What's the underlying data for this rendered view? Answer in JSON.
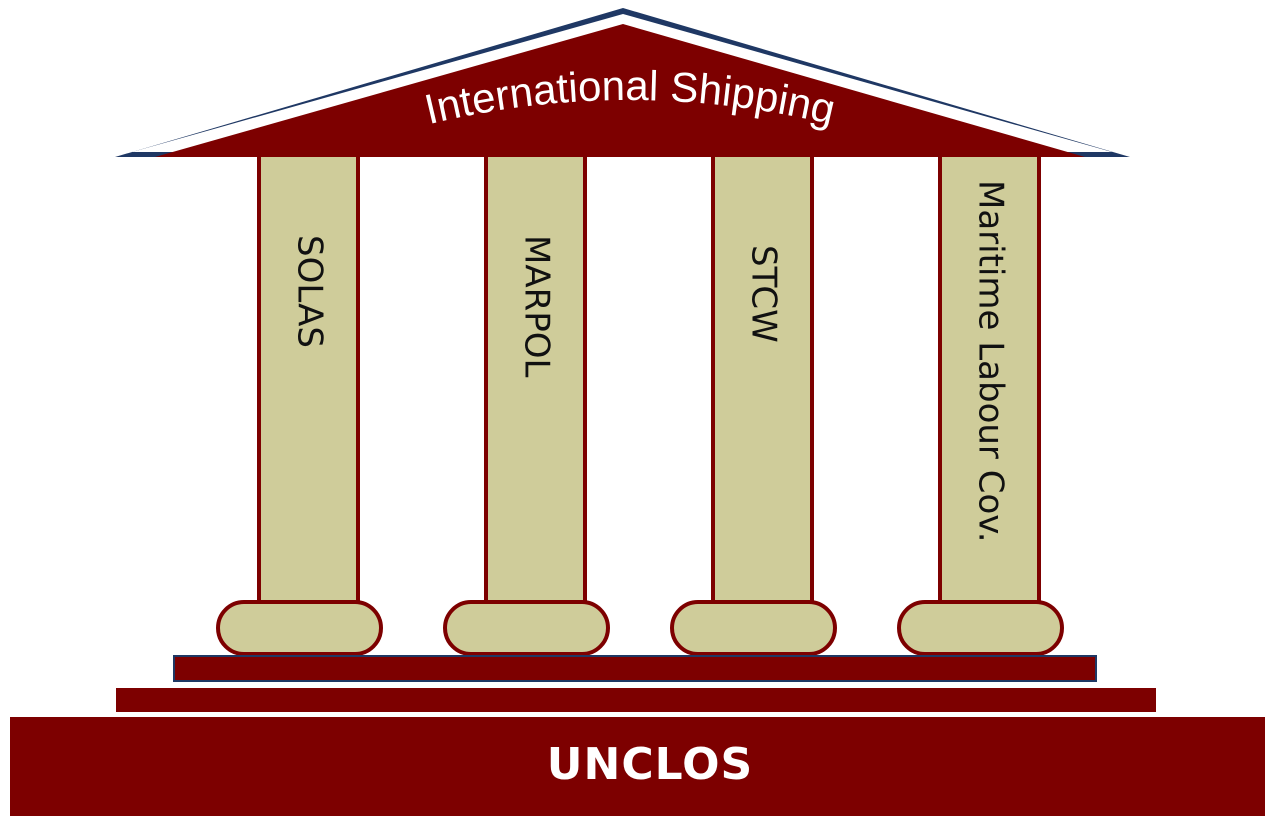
{
  "roof": {
    "label": "International Shipping"
  },
  "pillars": [
    {
      "label": "SOLAS"
    },
    {
      "label": "MARPOL"
    },
    {
      "label": "STCW"
    },
    {
      "label": "Maritime Labour Cov."
    }
  ],
  "foundation": {
    "label": "UNCLOS"
  },
  "colors": {
    "maroon": "#7d0000",
    "column_fill": "#cfcc9a",
    "roof_outline": "#1f3864",
    "text_light": "#ffffff",
    "text_dark": "#111111"
  }
}
